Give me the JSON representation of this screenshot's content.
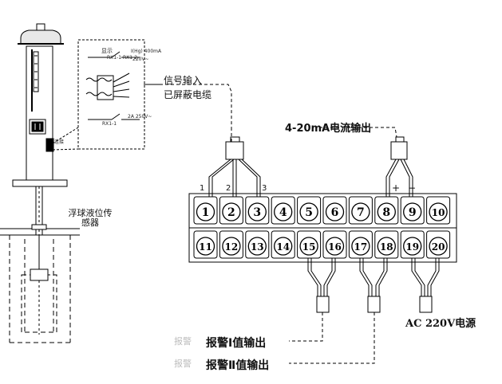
{
  "sensor": {
    "vertical_label": "浮球液位传感器",
    "box_line1": "信号输入",
    "box_line2": "已屏蔽电缆",
    "tag1": "显示",
    "tag2": "RX1-1 RX1-2",
    "tag3": "I(Hg) 400mA",
    "tag4": "220V~",
    "tag5": "RX1-1",
    "tag6": "2A 250V~",
    "side_note": "连接"
  },
  "terminals": {
    "top_row": [
      "1",
      "2",
      "3",
      "4",
      "5",
      "6",
      "7",
      "8",
      "9",
      "10"
    ],
    "bottom_row": [
      "11",
      "12",
      "13",
      "14",
      "15",
      "16",
      "17",
      "18",
      "19",
      "20"
    ],
    "pin_labels": [
      "1",
      "2",
      "3"
    ],
    "plus": "+",
    "minus": "−"
  },
  "labels": {
    "current_output": "4-20mA电流输出",
    "power": "AC 220V电源",
    "alarm1": "报警Ⅰ值输出",
    "alarm2": "报警Ⅱ值输出",
    "alarm1_prefix": "报警",
    "alarm2_prefix": "报警"
  }
}
